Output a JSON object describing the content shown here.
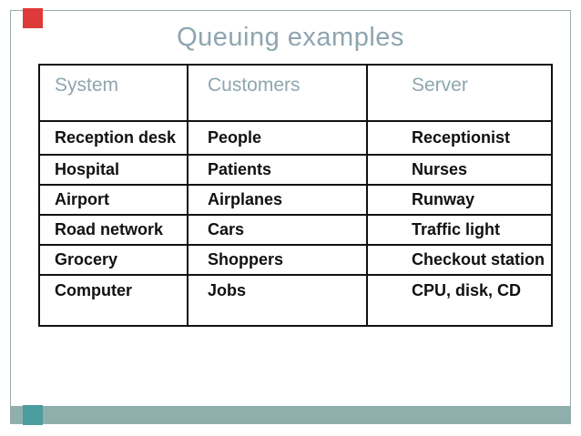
{
  "slide": {
    "title": "Queuing examples",
    "colors": {
      "accent_red": "#de3a3a",
      "accent_teal": "#4c9c9e",
      "footer_bar": "#8fafad",
      "heading_text": "#8ea5b0",
      "body_text": "#111111",
      "table_border": "#111111",
      "frame_border": "#9aabab"
    }
  },
  "table": {
    "headers": [
      "System",
      "Customers",
      "Server"
    ],
    "rows": [
      [
        "Reception desk",
        "People",
        "Receptionist"
      ],
      [
        "Hospital",
        "Patients",
        "Nurses"
      ],
      [
        "Airport",
        "Airplanes",
        "Runway"
      ],
      [
        "Road network",
        "Cars",
        "Traffic light"
      ],
      [
        "Grocery",
        "Shoppers",
        "Checkout station"
      ],
      [
        "Computer",
        "Jobs",
        "CPU, disk, CD"
      ]
    ]
  }
}
